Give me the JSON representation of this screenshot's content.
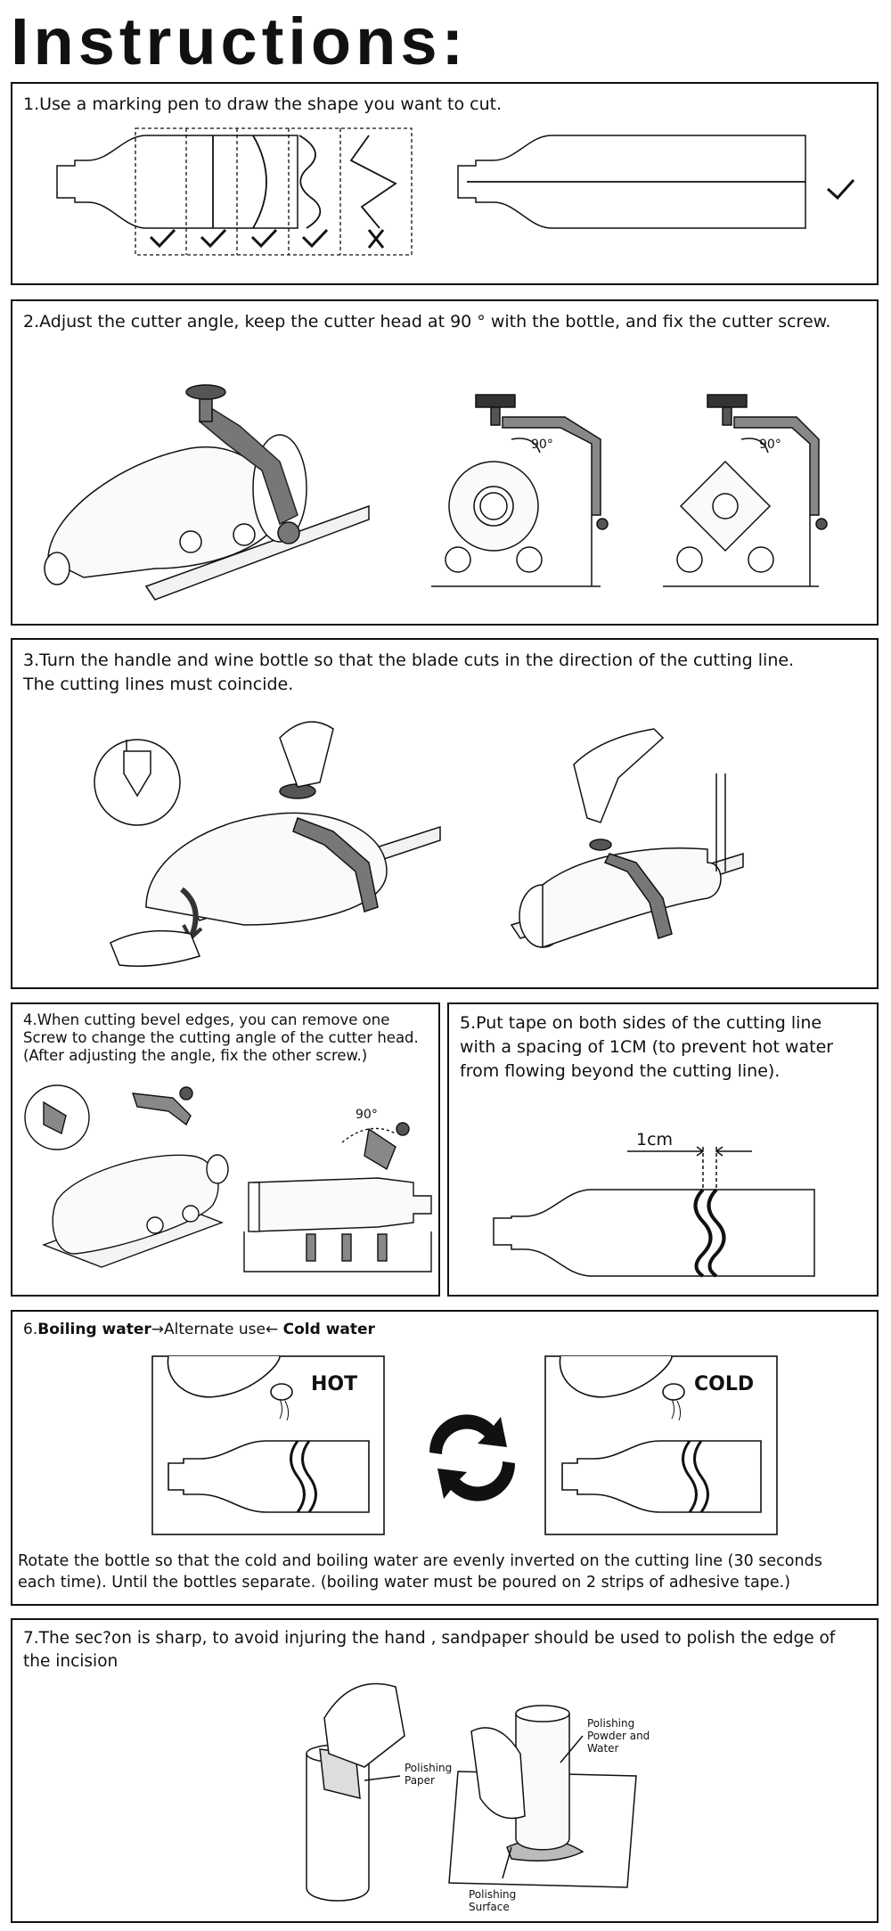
{
  "title": "Instructions:",
  "step1": {
    "text": "1.Use a marking pen to draw the shape you want to cut."
  },
  "step2": {
    "text": "2.Adjust the cutter angle, keep the cutter head at 90 ° with the bottle, and fix the cutter screw.",
    "angle_label": "90°"
  },
  "step3": {
    "line1": "3.Turn the handle and wine bottle so that the blade cuts in the direction of the cutting line.",
    "line2": "The cutting lines must coincide."
  },
  "step4": {
    "line1": "4.When cutting bevel edges, you can remove one",
    "line2": "Screw to change the cutting angle of the cutter head.",
    "line3": "(After adjusting the angle, fix the other screw.)",
    "angle_label": "90°"
  },
  "step5": {
    "line1": "5.Put tape on both sides of the cutting line",
    "line2": "with a spacing of 1CM (to prevent hot water",
    "line3": "from flowing beyond the cutting line).",
    "spacing_label": "1cm"
  },
  "step6": {
    "prefix": "6.",
    "boil": "Boiling water",
    "middle": "→Alternate use←",
    "cold": "Cold water",
    "hot_label": "HOT",
    "cold_label": "COLD",
    "desc1": "Rotate the bottle so that the cold and boiling water are evenly inverted on the cutting line (30 seconds",
    "desc2": "each time). Until the bottles separate. (boiling water must be poured on 2 strips of adhesive tape.)"
  },
  "step7": {
    "line1": "7.The sec?on is sharp, to avoid injuring the hand , sandpaper should be used to polish the edge of",
    "line2": "the incision",
    "paper_label1": "Polishing",
    "paper_label2": "Paper",
    "powder_label1": "Polishing",
    "powder_label2": "Powder and",
    "powder_label3": "Water",
    "surface_label1": "Polishing",
    "surface_label2": "Surface"
  }
}
